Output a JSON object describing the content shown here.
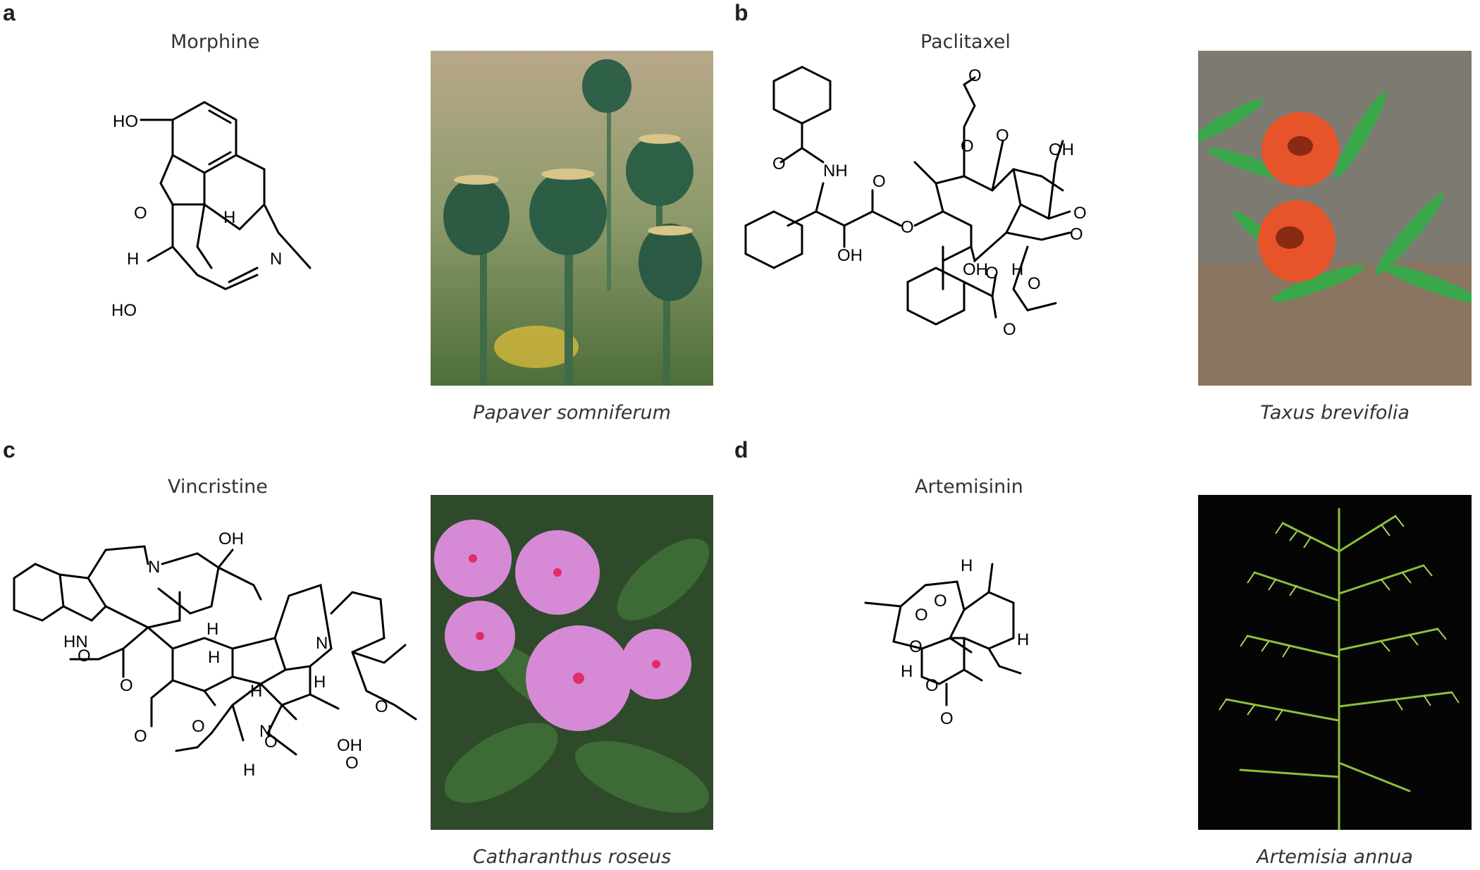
{
  "panels": [
    {
      "letter": "a",
      "compound": "Morphine",
      "species": "Papaver somniferum"
    },
    {
      "letter": "b",
      "compound": "Paclitaxel",
      "species": "Taxus brevifolia"
    },
    {
      "letter": "c",
      "compound": "Vincristine",
      "species": "Catharanthus roseus"
    },
    {
      "letter": "d",
      "compound": "Artemisinin",
      "species": "Artemisia annua"
    }
  ],
  "atom_labels": {
    "morphine": [
      "HO",
      "O",
      "H",
      "HO",
      "H",
      "N"
    ],
    "paclitaxel": [
      "O",
      "NH",
      "O",
      "O",
      "OH",
      "O",
      "O",
      "O",
      "OH",
      "O",
      "OH",
      "O",
      "H",
      "O",
      "O",
      "O"
    ],
    "vincristine": [
      "OH",
      "N",
      "HN",
      "H",
      "O",
      "O",
      "O",
      "H",
      "N",
      "O",
      "H",
      "N",
      "O",
      "OH",
      "O",
      "O",
      "H",
      "H"
    ],
    "artemisinin": [
      "H",
      "O",
      "O",
      "O",
      "H",
      "H",
      "O",
      "O"
    ]
  }
}
